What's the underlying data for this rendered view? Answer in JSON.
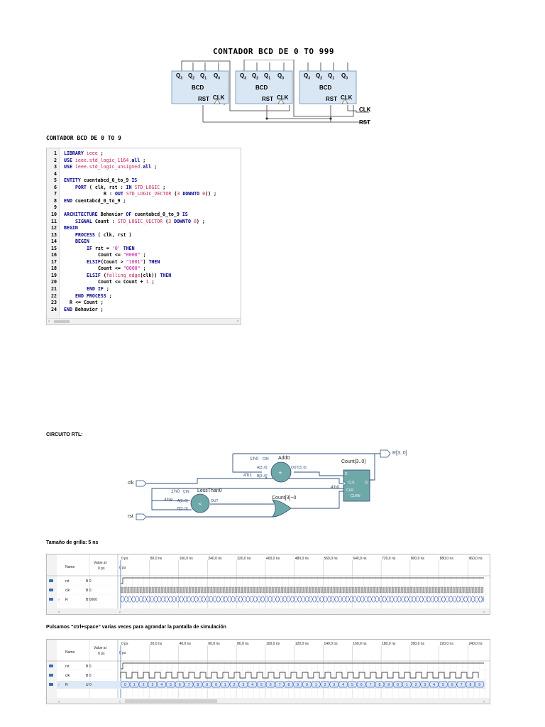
{
  "bcd_diagram": {
    "title": "CONTADOR BCD DE 0 TO 999",
    "counter_label": "BCD",
    "pin_q3": "Q",
    "pin_q3_sub": "3",
    "pin_q2": "Q",
    "pin_q2_sub": "2",
    "pin_q1": "Q",
    "pin_q1_sub": "1",
    "pin_q0": "Q",
    "pin_q0_sub": "0",
    "pin_rst": "RST",
    "pin_clk": "CLK",
    "signal_clk": "CLK",
    "signal_rst": "RST"
  },
  "code_section": {
    "heading": "CONTADOR BCD DE 0 TO 9",
    "lines": [
      "LIBRARY ieee ;",
      "USE ieee.std_logic_1164.all ;",
      "USE ieee.std_logic_unsigned.all ;",
      "",
      "ENTITY cuentabcd_0_to_9 IS",
      "PORT ( clk, rst : IN STD_LOGIC ;",
      "R : OUT STD_LOGIC_VECTOR (3 DOWNTO 0)) ;",
      "END cuentabcd_0_to_9 ;",
      "",
      "ARCHITECTURE Behavior OF cuentabcd_0_to_9 IS",
      "SIGNAL Count : STD_LOGIC_VECTOR (3 DOWNTO 0) ;",
      "BEGIN",
      "PROCESS ( clk, rst )",
      "BEGIN",
      "IF rst = '0' THEN",
      "Count <= \"0000\" ;",
      "ELSIF(Count > \"1001\") THEN",
      "Count <= \"0000\" ;",
      "ELSIF (falling_edge(clk)) THEN",
      "Count <= Count + 1 ;",
      "END IF ;",
      "END PROCESS ;",
      "R <= Count ;",
      "END Behavior ;"
    ],
    "line_numbers": [
      "1",
      "2",
      "3",
      "4",
      "5",
      "6",
      "7",
      "8",
      "9",
      "10",
      "11",
      "12",
      "13",
      "14",
      "15",
      "16",
      "17",
      "18",
      "19",
      "20",
      "21",
      "22",
      "23",
      "24"
    ]
  },
  "rtl_section": {
    "heading": "CIRCUITO RTL:",
    "out_label": "R[3..0]",
    "add_name": "Add0",
    "add_cin": "1'h0",
    "add_cin_pin": "CIN",
    "add_a": "A[3..0]",
    "add_b_val": "4'h1",
    "add_b": "B[3..0]",
    "add_out": "OUT[3..0]",
    "reg_name": "Count[3..0]",
    "reg_d": "D",
    "reg_clk": "CLK",
    "reg_clr_val": "4'h0",
    "reg_clr": "CLR",
    "reg_clrn": "CLRN",
    "reg_q": "Q",
    "lt_name": "LessThan0",
    "lt_cin": "1'h0",
    "lt_cin_pin": "CIN",
    "lt_a_val": "4'h9",
    "lt_a": "A[3..0]",
    "lt_b": "B[3..0]",
    "lt_out": "OUT",
    "or_name": "Count[3]~0",
    "in_clk": "clk",
    "in_rst": "rst"
  },
  "sim1": {
    "heading": "Tamaño de grilla: 5 ns",
    "col_name": "Name",
    "col_value": "Value at",
    "col_value2": "0 ps",
    "cursor_time": "0 ps",
    "ticks": [
      "0 ps",
      "80,0 ns",
      "160,0 ns",
      "240,0 ns",
      "320,0 ns",
      "400,0 ns",
      "480,0 ns",
      "560,0 ns",
      "640,0 ns",
      "720,0 ns",
      "800,0 ns",
      "880,0 ns",
      "960,0 ns"
    ],
    "rows": [
      {
        "name": "rst",
        "value": "B 0"
      },
      {
        "name": "clk",
        "value": "B 0"
      },
      {
        "name": "R",
        "value": "B 0000"
      }
    ]
  },
  "sim2": {
    "heading": "Pulsamos “ctrl+space” varias veces para agrandar la pantalla de simulación",
    "col_name": "Name",
    "col_value": "Value at",
    "col_value2": "0 ps",
    "cursor_time": "0 ps",
    "ticks": [
      "0 ps",
      "20,0 ns",
      "40,0 ns",
      "60,0 ns",
      "80,0 ns",
      "100,0 ns",
      "120,0 ns",
      "140,0 ns",
      "160,0 ns",
      "180,0 ns",
      "200,0 ns",
      "220,0 ns",
      "240,0 ns"
    ],
    "rows": [
      {
        "name": "rst",
        "value": "B 0"
      },
      {
        "name": "clk",
        "value": "B 0"
      },
      {
        "name": "R",
        "value": "U 0"
      }
    ],
    "bus_values": [
      "0",
      "1",
      "2",
      "3",
      "4",
      "5",
      "6",
      "7",
      "8",
      "9",
      "0",
      "1",
      "2",
      "3",
      "4",
      "5",
      "6",
      "7",
      "8",
      "9",
      "0",
      "1",
      "2",
      "3",
      "4",
      "5",
      "6",
      "7",
      "8",
      "9",
      "0",
      "1",
      "2",
      "3",
      "4",
      "5",
      "6",
      "7",
      "8",
      "9"
    ]
  }
}
